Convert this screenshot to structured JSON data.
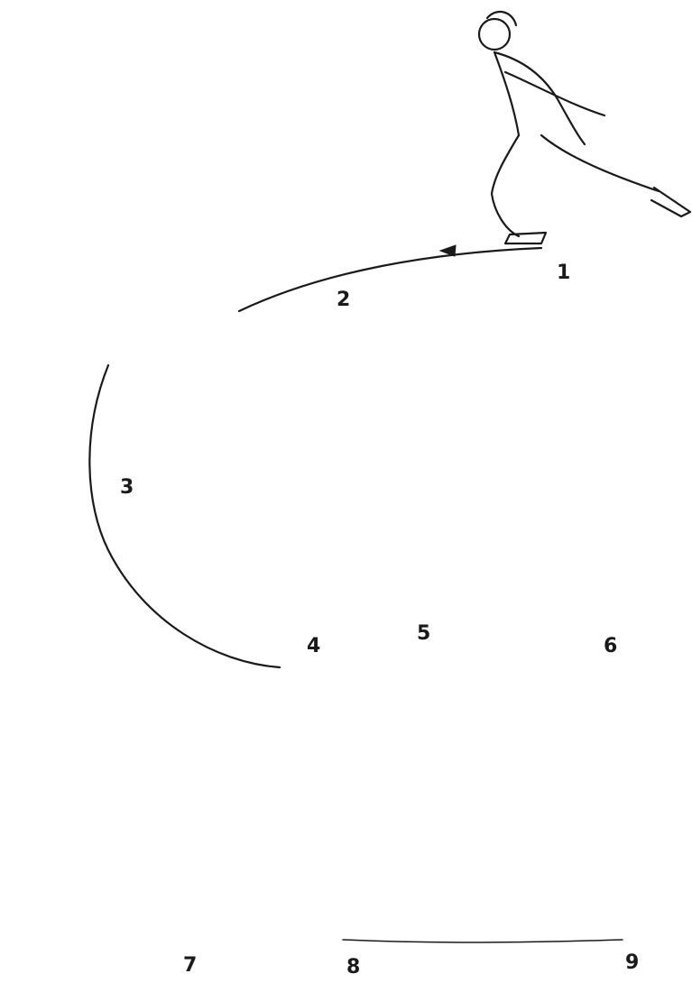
{
  "figure": {
    "frame_labels": [
      "1",
      "2",
      "3",
      "4",
      "5",
      "6",
      "7",
      "8",
      "9"
    ]
  }
}
